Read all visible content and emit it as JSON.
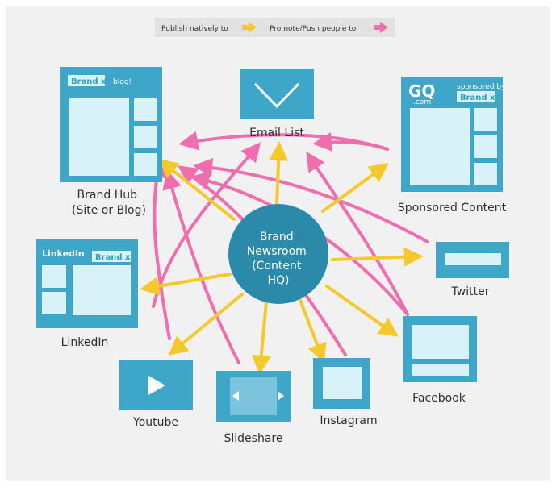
{
  "legend": {
    "publish_label": "Publish natively to",
    "promote_label": "Promote/Push people to"
  },
  "colors": {
    "blue": "#3ea6c8",
    "light": "#d9f2fa",
    "hub": "#2b8aa9",
    "yellow": "#f5c92b",
    "pink": "#ef6fae",
    "panel": "#f1f1f1"
  },
  "center": {
    "lines": [
      "Brand",
      "Newsroom",
      "(Content",
      "HQ)"
    ]
  },
  "nodes": {
    "brand_hub": {
      "label_lines": [
        "Brand Hub",
        "(Site or Blog)"
      ],
      "badge": "Brand x",
      "tag": "blog!"
    },
    "email": {
      "label": "Email List"
    },
    "sponsored": {
      "label": "Sponsored Content",
      "logo": "GQ",
      "logo_sub": ".com",
      "sponsor_text": "sponsored by",
      "badge": "Brand x"
    },
    "linkedin": {
      "label": "LinkedIn",
      "logo": "Linkedin",
      "badge": "Brand x"
    },
    "twitter": {
      "label": "Twitter"
    },
    "facebook": {
      "label": "Facebook"
    },
    "instagram": {
      "label": "Instagram"
    },
    "slideshare": {
      "label": "Slideshare"
    },
    "youtube": {
      "label": "Youtube"
    }
  }
}
